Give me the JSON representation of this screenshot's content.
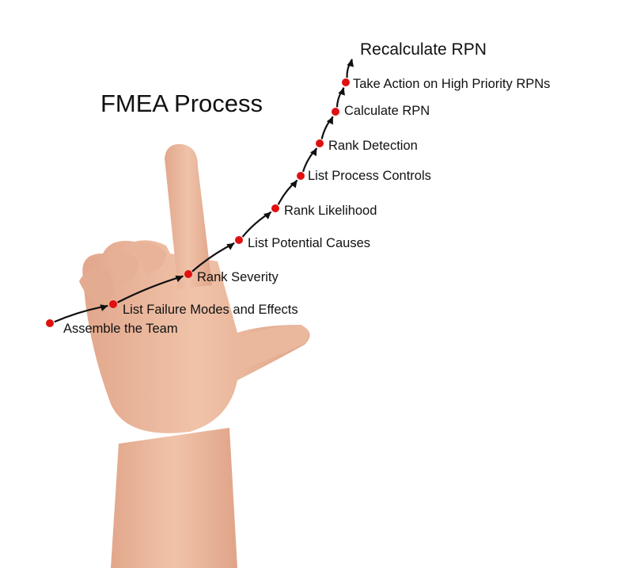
{
  "title": "FMEA Process",
  "steps": [
    {
      "label": "Assemble the Team"
    },
    {
      "label": "List Failure Modes and Effects"
    },
    {
      "label": "Rank Severity"
    },
    {
      "label": "List Potential Causes"
    },
    {
      "label": "Rank Likelihood"
    },
    {
      "label": "List Process Controls"
    },
    {
      "label": "Rank Detection"
    },
    {
      "label": "Calculate RPN"
    },
    {
      "label": "Take Action on High Priority RPNs"
    },
    {
      "label": "Recalculate RPN"
    }
  ],
  "colors": {
    "dot": "#e01010",
    "arrow": "#111111",
    "skin": "#e9b79c",
    "skin_shadow": "#d59a7e"
  }
}
